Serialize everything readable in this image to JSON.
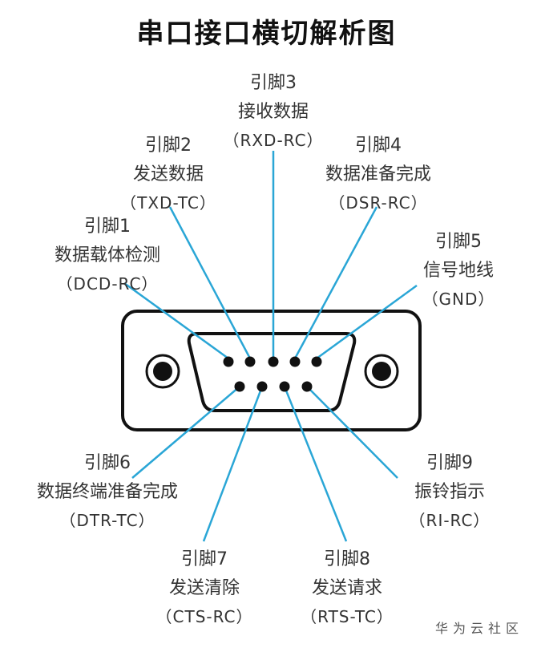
{
  "title": "串口接口横切解析图",
  "watermark": "华为云社区",
  "colors": {
    "line": "#2aa6d6",
    "outline": "#111111"
  },
  "pins": [
    {
      "id": 1,
      "name": "引脚1",
      "function": "数据载体检测",
      "code": "（DCD-RC）"
    },
    {
      "id": 2,
      "name": "引脚2",
      "function": "发送数据",
      "code": "（TXD-TC）"
    },
    {
      "id": 3,
      "name": "引脚3",
      "function": "接收数据",
      "code": "（RXD-RC）"
    },
    {
      "id": 4,
      "name": "引脚4",
      "function": "数据准备完成",
      "code": "（DSR-RC）"
    },
    {
      "id": 5,
      "name": "引脚5",
      "function": "信号地线",
      "code": "（GND）"
    },
    {
      "id": 6,
      "name": "引脚6",
      "function": "数据终端准备完成",
      "code": "（DTR-TC）"
    },
    {
      "id": 7,
      "name": "引脚7",
      "function": "发送清除",
      "code": "（CTS-RC）"
    },
    {
      "id": 8,
      "name": "引脚8",
      "function": "发送请求",
      "code": "（RTS-TC）"
    },
    {
      "id": 9,
      "name": "引脚9",
      "function": "振铃指示",
      "code": "（RI-RC）"
    }
  ]
}
